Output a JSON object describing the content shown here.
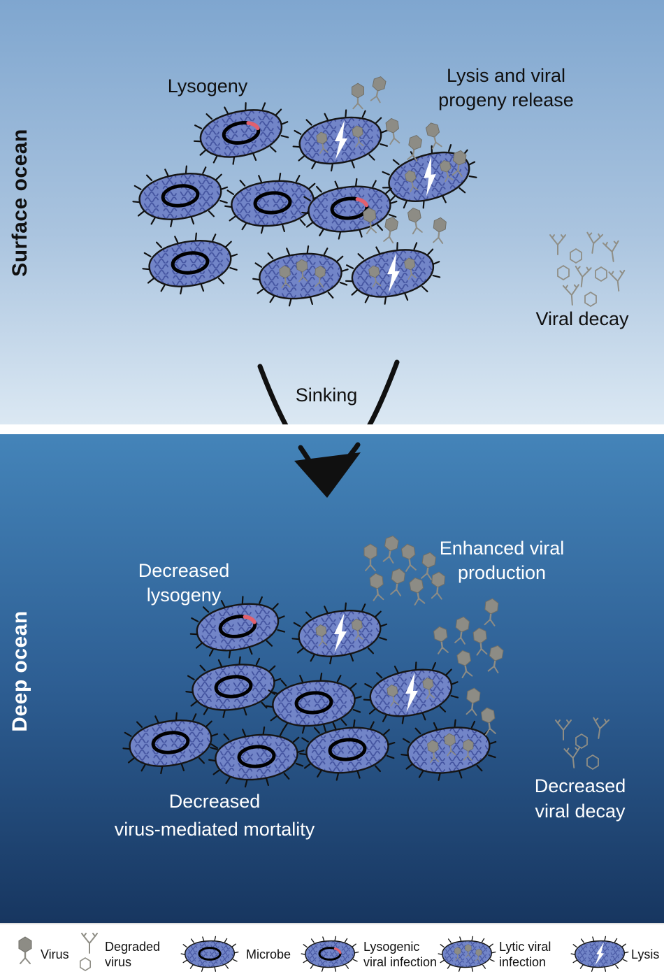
{
  "colors": {
    "surface_top": "#7fa6cf",
    "surface_mid": "#aac4df",
    "surface_bottom": "#dbe8f3",
    "deep_top": "#4484b9",
    "deep_mid": "#2e5f94",
    "deep_bottom": "#173660",
    "divider": "#ffffff",
    "legend_bg": "#ffffff",
    "microbe_fill": "#7285c8",
    "microbe_texture": "#3e4e9a",
    "virus_gray": "#8d8c85",
    "degraded_gray": "#8f8e86",
    "lysogeny_red": "#e2606e",
    "lysis_bolt": "#ffffff",
    "text_dark": "#101010",
    "text_light": "#ffffff"
  },
  "surface": {
    "side_label": "Surface ocean",
    "lysogeny": "Lysogeny",
    "lysis_line1": "Lysis and viral",
    "lysis_line2": "progeny release",
    "viral_decay": "Viral decay"
  },
  "sinking": "Sinking",
  "deep": {
    "side_label": "Deep ocean",
    "dec_lysogeny_line1": "Decreased",
    "dec_lysogeny_line2": "lysogeny",
    "enhanced_line1": "Enhanced viral",
    "enhanced_line2": "production",
    "mortality_line1": "Decreased",
    "mortality_line2": "virus-mediated mortality",
    "dec_decay_line1": "Decreased",
    "dec_decay_line2": "viral decay"
  },
  "legend": {
    "items": [
      {
        "name": "virus",
        "label": "Virus"
      },
      {
        "name": "degraded-virus",
        "line1": "Degraded",
        "line2": "virus"
      },
      {
        "name": "microbe",
        "label": "Microbe"
      },
      {
        "name": "lysogenic-viral-infection",
        "line1": "Lysogenic",
        "line2": "viral infection"
      },
      {
        "name": "lytic-viral-infection",
        "line1": "Lytic viral",
        "line2": "infection"
      },
      {
        "name": "lysis",
        "label": "Lysis"
      }
    ]
  }
}
